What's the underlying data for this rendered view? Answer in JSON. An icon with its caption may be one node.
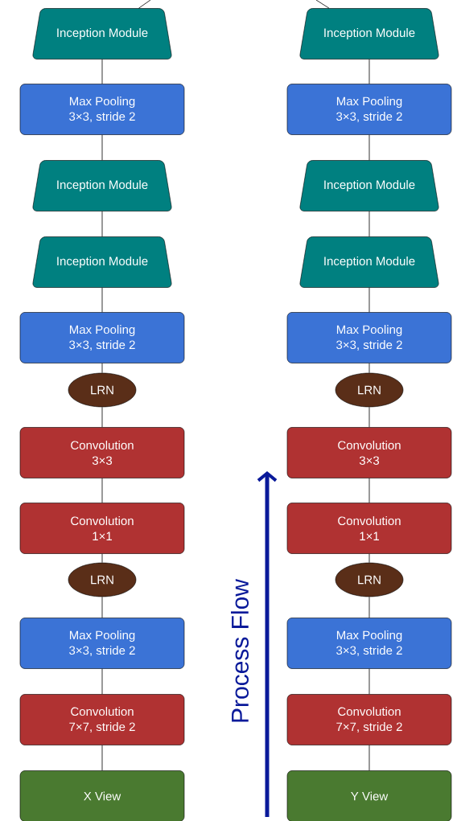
{
  "diagram": {
    "nodes": [
      {
        "text": [
          "Inception Module"
        ]
      },
      {
        "text": [
          "Max Pooling",
          "3×3, stride 2"
        ]
      },
      {
        "text": [
          "Inception Module"
        ]
      },
      {
        "text": [
          "Inception Module"
        ]
      },
      {
        "text": [
          "Max Pooling",
          "3×3, stride 2"
        ]
      },
      {
        "text": [
          "LRN"
        ]
      },
      {
        "text": [
          "Convolution",
          "3×3"
        ]
      },
      {
        "text": [
          "Convolution",
          "1×1"
        ]
      },
      {
        "text": [
          "LRN"
        ]
      },
      {
        "text": [
          "Max Pooling",
          "3×3, stride 2"
        ]
      },
      {
        "text": [
          "Convolution",
          "7×7, stride 2"
        ]
      },
      {
        "text": [
          "X View"
        ]
      },
      {
        "text": [
          "Inception Module"
        ]
      },
      {
        "text": [
          "Max Pooling",
          "3×3, stride 2"
        ]
      },
      {
        "text": [
          "Inception Module"
        ]
      },
      {
        "text": [
          "Inception Module"
        ]
      },
      {
        "text": [
          "Max Pooling",
          "3×3, stride 2"
        ]
      },
      {
        "text": [
          "LRN"
        ]
      },
      {
        "text": [
          "Convolution",
          "3×3"
        ]
      },
      {
        "text": [
          "Convolution",
          "1×1"
        ]
      },
      {
        "text": [
          "LRN"
        ]
      },
      {
        "text": [
          "Max Pooling",
          "3×3, stride 2"
        ]
      },
      {
        "text": [
          "Convolution",
          "7×7, stride 2"
        ]
      },
      {
        "text": [
          "Y View"
        ]
      }
    ],
    "edges": [
      {
        "from": 11,
        "to": 10,
        "arrow": "none"
      },
      {
        "from": 10,
        "to": 9,
        "arrow": "none"
      },
      {
        "from": 9,
        "to": 8,
        "arrow": "none"
      },
      {
        "from": 8,
        "to": 7,
        "arrow": "none"
      },
      {
        "from": 7,
        "to": 6,
        "arrow": "none"
      },
      {
        "from": 6,
        "to": 5,
        "arrow": "none"
      },
      {
        "from": 5,
        "to": 4,
        "arrow": "none"
      },
      {
        "from": 4,
        "to": 3,
        "arrow": "none"
      },
      {
        "from": 3,
        "to": 2,
        "arrow": "none"
      },
      {
        "from": 2,
        "to": 1,
        "arrow": "none"
      },
      {
        "from": 1,
        "to": 0,
        "arrow": "none"
      },
      {
        "from": 0,
        "to": null,
        "arrow": "none"
      },
      {
        "from": 23,
        "to": 22,
        "arrow": "none"
      },
      {
        "from": 22,
        "to": 21,
        "arrow": "none"
      },
      {
        "from": 21,
        "to": 20,
        "arrow": "none"
      },
      {
        "from": 20,
        "to": 19,
        "arrow": "none"
      },
      {
        "from": 19,
        "to": 18,
        "arrow": "none"
      },
      {
        "from": 18,
        "to": 17,
        "arrow": "none"
      },
      {
        "from": 17,
        "to": 16,
        "arrow": "none"
      },
      {
        "from": 16,
        "to": 15,
        "arrow": "none"
      },
      {
        "from": 15,
        "to": 14,
        "arrow": "none"
      },
      {
        "from": 14,
        "to": 13,
        "arrow": "none"
      },
      {
        "from": 13,
        "to": 12,
        "arrow": "none"
      },
      {
        "from": 12,
        "to": null,
        "arrow": "none"
      }
    ],
    "labels": [
      "Process Flow"
    ]
  }
}
